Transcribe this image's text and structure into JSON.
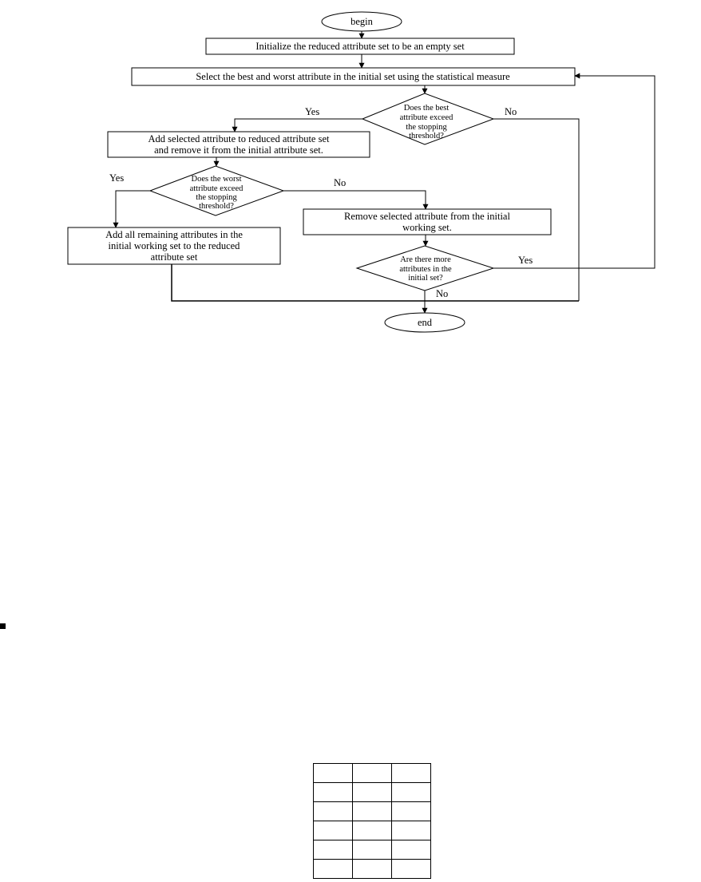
{
  "flowchart": {
    "begin_label": "begin",
    "init_label": "Initialize the reduced attribute set to be an empty set",
    "select_label": "Select the best and worst attribute in the initial set using the statistical measure",
    "best_decision_lines": [
      "Does the best",
      "attribute exceed",
      "the stopping",
      "threshold?"
    ],
    "add_selected_lines": [
      "Add selected attribute to reduced attribute set",
      "and remove it from the initial attribute set."
    ],
    "worst_decision_lines": [
      "Does the worst",
      "attribute exceed",
      "the stopping",
      "threshold?"
    ],
    "remove_selected_lines": [
      "Remove selected attribute from the initial",
      "working set."
    ],
    "add_remaining_lines": [
      "Add all remaining attributes in the",
      "initial working set to the reduced",
      "attribute set"
    ],
    "more_decision_lines": [
      "Are there more",
      "attributes in the",
      "initial set?"
    ],
    "end_label": "end",
    "edge_labels": {
      "best_yes": "Yes",
      "best_no": "No",
      "worst_yes": "Yes",
      "worst_no": "No",
      "more_yes": "Yes",
      "more_no": "No"
    }
  },
  "table": {
    "rows": [
      [
        "",
        "",
        ""
      ],
      [
        "",
        "",
        ""
      ],
      [
        "",
        "",
        ""
      ],
      [
        "",
        "",
        ""
      ],
      [
        "",
        "",
        ""
      ],
      [
        "",
        "",
        ""
      ]
    ]
  }
}
